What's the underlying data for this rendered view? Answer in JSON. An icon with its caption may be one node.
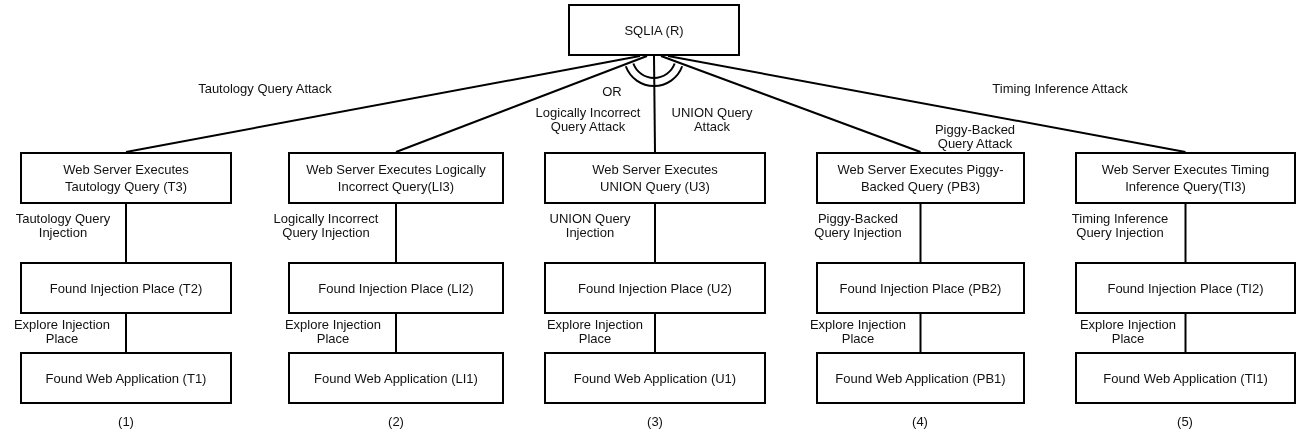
{
  "diagram": {
    "nodes": [
      {
        "text": [
          "SQLIA (R)"
        ]
      },
      {
        "text": [
          "Web Server Executes Tautology Query (T3)"
        ]
      },
      {
        "text": [
          "Web Server Executes Logically Incorrect Query(LI3)"
        ]
      },
      {
        "text": [
          "Web Server Executes UNION Query (U3)"
        ]
      },
      {
        "text": [
          "Web Server Executes Piggy-Backed Query (PB3)"
        ]
      },
      {
        "text": [
          "Web Server Executes Timing Inference Query(TI3)"
        ]
      },
      {
        "text": [
          "Found Injection Place (T2)"
        ]
      },
      {
        "text": [
          "Found Injection Place (LI2)"
        ]
      },
      {
        "text": [
          "Found Injection Place (U2)"
        ]
      },
      {
        "text": [
          "Found Injection Place (PB2)"
        ]
      },
      {
        "text": [
          "Found Injection Place (TI2)"
        ]
      },
      {
        "text": [
          "Found Web Application (T1)"
        ]
      },
      {
        "text": [
          "Found Web Application (LI1)"
        ]
      },
      {
        "text": [
          "Found Web Application (U1)"
        ]
      },
      {
        "text": [
          "Found Web Application (PB1)"
        ]
      },
      {
        "text": [
          "Found Web Application (TI1)"
        ]
      }
    ],
    "edges": [
      {
        "from": 0,
        "to": 1,
        "arrow": "none",
        "label": "Tautology Query Attack"
      },
      {
        "from": 0,
        "to": 2,
        "arrow": "none",
        "label": "Logically Incorrect Query Attack"
      },
      {
        "from": 0,
        "to": 3,
        "arrow": "none",
        "label": "UNION Query Attack"
      },
      {
        "from": 0,
        "to": 4,
        "arrow": "none",
        "label": "Piggy-Backed Query Attack"
      },
      {
        "from": 0,
        "to": 5,
        "arrow": "none",
        "label": "Timing Inference Attack"
      },
      {
        "from": 1,
        "to": 6,
        "arrow": "none",
        "label": "Tautology Query Injection"
      },
      {
        "from": 2,
        "to": 7,
        "arrow": "none",
        "label": "Logically Incorrect Query Injection"
      },
      {
        "from": 3,
        "to": 8,
        "arrow": "none",
        "label": "UNION Query Injection"
      },
      {
        "from": 4,
        "to": 9,
        "arrow": "none",
        "label": "Piggy-Backed Query Injection"
      },
      {
        "from": 5,
        "to": 10,
        "arrow": "none",
        "label": "Timing Inference Query Injection"
      },
      {
        "from": 6,
        "to": 11,
        "arrow": "none",
        "label": "Explore Injection Place"
      },
      {
        "from": 7,
        "to": 12,
        "arrow": "none",
        "label": "Explore Injection Place"
      },
      {
        "from": 8,
        "to": 13,
        "arrow": "none",
        "label": "Explore Injection Place"
      },
      {
        "from": 9,
        "to": 14,
        "arrow": "none",
        "label": "Explore Injection Place"
      },
      {
        "from": 10,
        "to": 15,
        "arrow": "none",
        "label": "Explore Injection Place"
      }
    ],
    "labels": [
      "OR",
      "(1)",
      "(2)",
      "(3)",
      "(4)",
      "(5)"
    ]
  }
}
